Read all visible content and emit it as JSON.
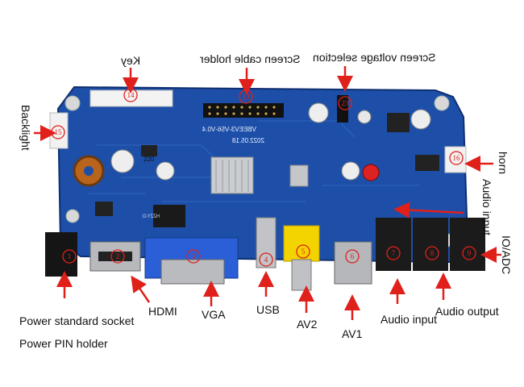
{
  "labels": {
    "key": "Key",
    "screen_cable_holder": "Screen cable holder",
    "screen_voltage_selection": "Screen voltage selection",
    "backlight": "Backlight",
    "horn": "horn",
    "audio_input_right": "Audio input",
    "io_adc": "IO/ADC",
    "power_standard_socket": "Power standard socket",
    "power_pin_holder": "Power PIN holder",
    "hdmi": "HDMI",
    "vga": "VGA",
    "usb": "USB",
    "av2": "AV2",
    "av1": "AV1",
    "audio_input_bottom": "Audio input",
    "audio_output": "Audio output"
  },
  "board_text": {
    "model": "VBEEV3-V56-V0.4",
    "date": "2022.05.18",
    "chip_code": "HZZY-D",
    "inductor_value": "220"
  },
  "markers": [
    "1",
    "2",
    "3",
    "4",
    "5",
    "6",
    "7",
    "8",
    "9",
    "13",
    "14",
    "15",
    "16",
    "23"
  ],
  "colors": {
    "board": "#1d4fa8",
    "label_text": "#111111",
    "arrow": "#e0201b",
    "marker": "#e0201b"
  }
}
